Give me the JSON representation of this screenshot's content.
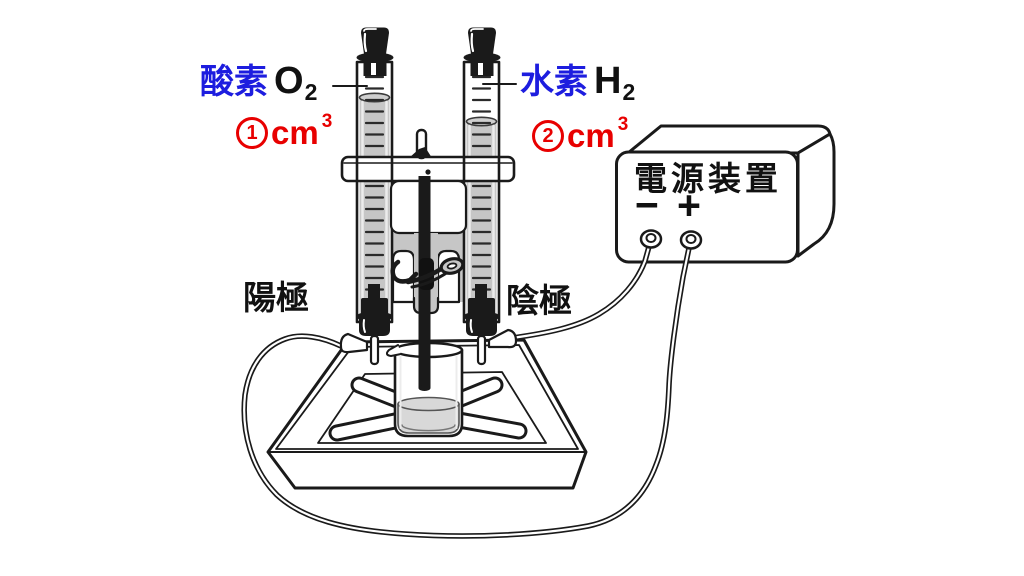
{
  "colors": {
    "ink": "#1a1a1a",
    "label_blue": "#1d1ddf",
    "label_red": "#e80000",
    "tube_liquid_gray": "#c6c6c6",
    "beaker_liquid_gray": "#d8d8d8"
  },
  "labels": {
    "oxygen": {
      "ja": "酸素",
      "symbol": "O",
      "subscript": "2"
    },
    "hydrogen": {
      "ja": "水素",
      "symbol": "H",
      "subscript": "2"
    },
    "oxygen_volume": {
      "circled_digit": "1",
      "unit": "cm",
      "superscript": "3"
    },
    "hydrogen_volume": {
      "circled_digit": "2",
      "unit": "cm",
      "superscript": "3"
    },
    "anode": "陽極",
    "cathode": "陰極",
    "power_supply": "電源装置",
    "minus": "−",
    "plus": "+"
  }
}
